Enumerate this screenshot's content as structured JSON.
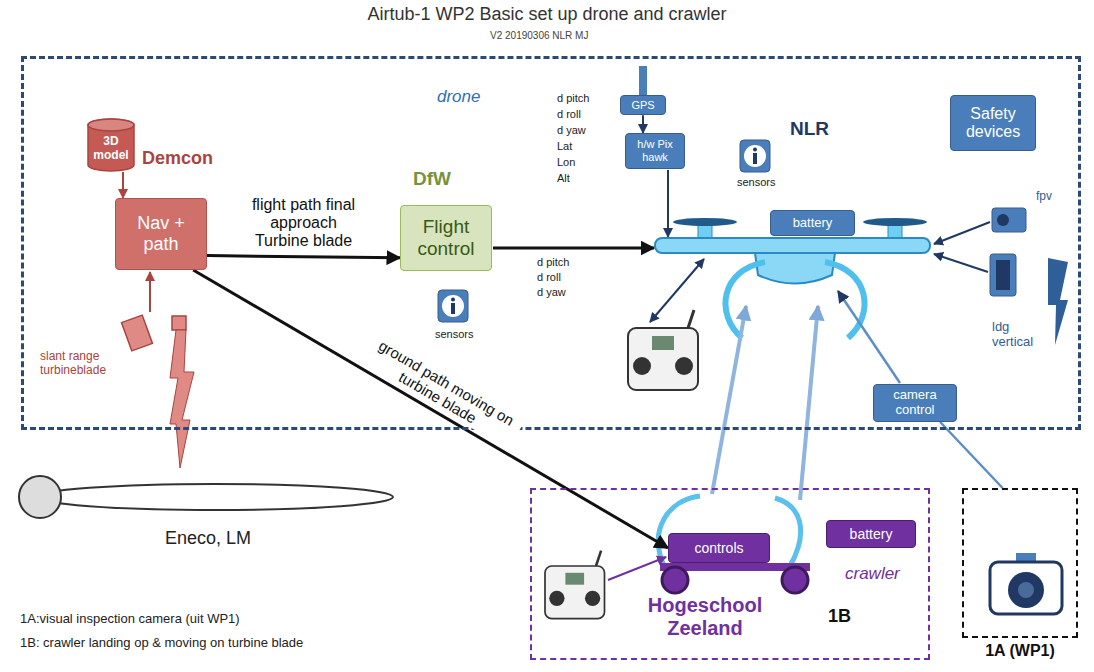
{
  "diagram": {
    "title": "Airtub-1 WP2 Basic set up drone and crawler",
    "nodes": [
      {
        "text": [
          "drone"
        ]
      },
      {
        "text": [
          "3D model"
        ],
        "in": 0
      },
      {
        "text": [
          "Nav + path"
        ],
        "in": 0
      },
      {
        "text": [
          "DfW",
          "Flight control"
        ],
        "in": 0
      },
      {
        "text": [
          "GPS"
        ],
        "in": 0
      },
      {
        "text": [
          "h/w Pix hawk"
        ],
        "in": 0
      },
      {
        "text": [
          "battery"
        ],
        "in": 0
      },
      {
        "text": [
          "Safety devices"
        ],
        "in": 0
      },
      {
        "text": [
          "camera control"
        ],
        "in": 0
      },
      {
        "text": [
          "crawler",
          "Hogeschool Zeeland",
          "1B"
        ]
      },
      {
        "text": [
          "controls"
        ],
        "in": 9
      },
      {
        "text": [
          "battery"
        ],
        "in": 9
      },
      {
        "text": [
          "1A (WP1)"
        ]
      }
    ],
    "edges": [
      {
        "from": 1,
        "to": 2,
        "arrow": "to"
      },
      {
        "from": 2,
        "to": 3,
        "label": "flight path final approach Turbine blade",
        "arrow": "to"
      },
      {
        "from": 2,
        "to": 10,
        "label": "ground path moving on turbine blade",
        "arrow": "to"
      },
      {
        "from": 4,
        "to": 5,
        "arrow": "to"
      },
      {
        "from": 12,
        "to": 8,
        "arrow": "none"
      }
    ],
    "labels": [
      "V2 20190306 NLR MJ",
      "Demcon",
      "d pitch",
      "d roll",
      "d yaw",
      "Lat",
      "Lon",
      "Alt",
      "NLR",
      "sensors",
      "fpv",
      "ldg vertical",
      "d pitch",
      "d roll",
      "d yaw",
      "sensors",
      "slant range turbineblade",
      "Eneco, LM",
      "1A:visual inspection camera (uit WP1)",
      "1B: crawler landing op & moving on turbine blade"
    ]
  }
}
